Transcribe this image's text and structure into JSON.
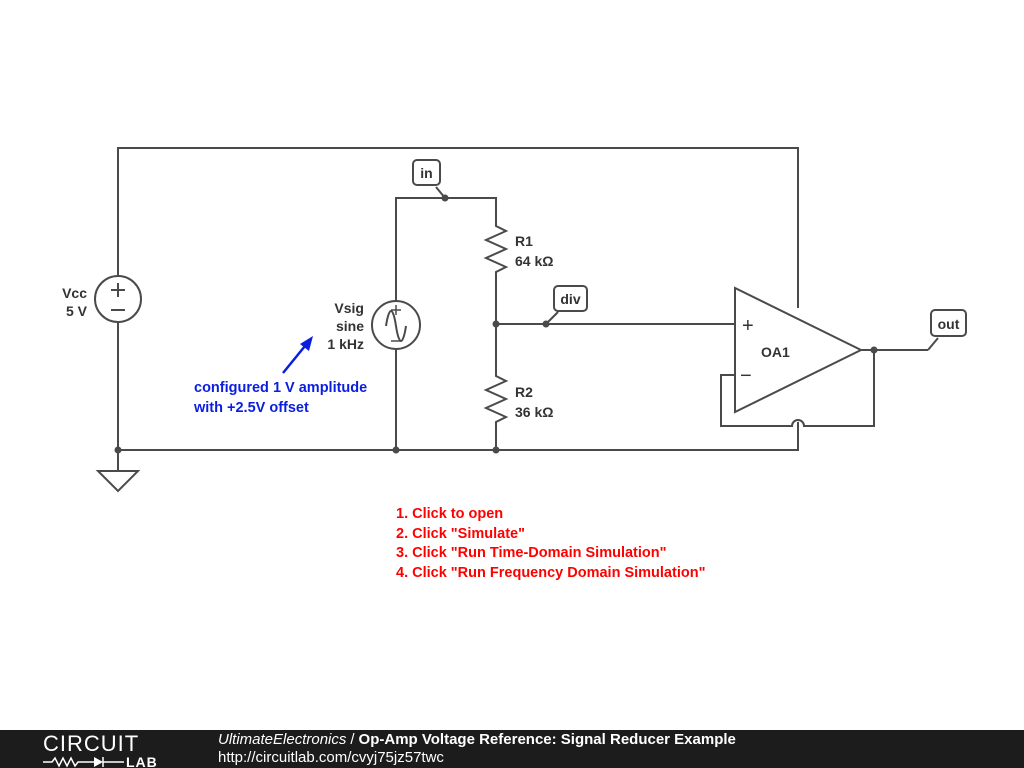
{
  "schematic": {
    "vcc": {
      "name": "Vcc",
      "value": "5 V"
    },
    "vsig": {
      "name": "Vsig",
      "type": "sine",
      "freq": "1 kHz"
    },
    "r1": {
      "name": "R1",
      "value": "64 kΩ"
    },
    "r2": {
      "name": "R2",
      "value": "36 kΩ"
    },
    "opamp": {
      "name": "OA1",
      "plus": "+",
      "minus": "−"
    },
    "tags": {
      "in": "in",
      "div": "div",
      "out": "out"
    },
    "annotation": {
      "line1": "configured 1 V amplitude",
      "line2": "with +2.5V offset"
    },
    "instructions": [
      "1. Click to open",
      "2. Click \"Simulate\"",
      "3. Click \"Run Time-Domain Simulation\"",
      "4. Click \"Run Frequency Domain Simulation\""
    ]
  },
  "footer": {
    "logo_top": "CIRCUIT",
    "logo_bottom": "LAB",
    "author": "UltimateElectronics",
    "separator": "/",
    "title": "Op-Amp Voltage Reference: Signal Reducer Example",
    "url": "http://circuitlab.com/cvyj75jz57twc"
  },
  "colors": {
    "wire": "#4a4a4a",
    "annotation": "#0a1ee0",
    "instructions": "#ff0000",
    "footer_bg": "#1c1c1c"
  }
}
